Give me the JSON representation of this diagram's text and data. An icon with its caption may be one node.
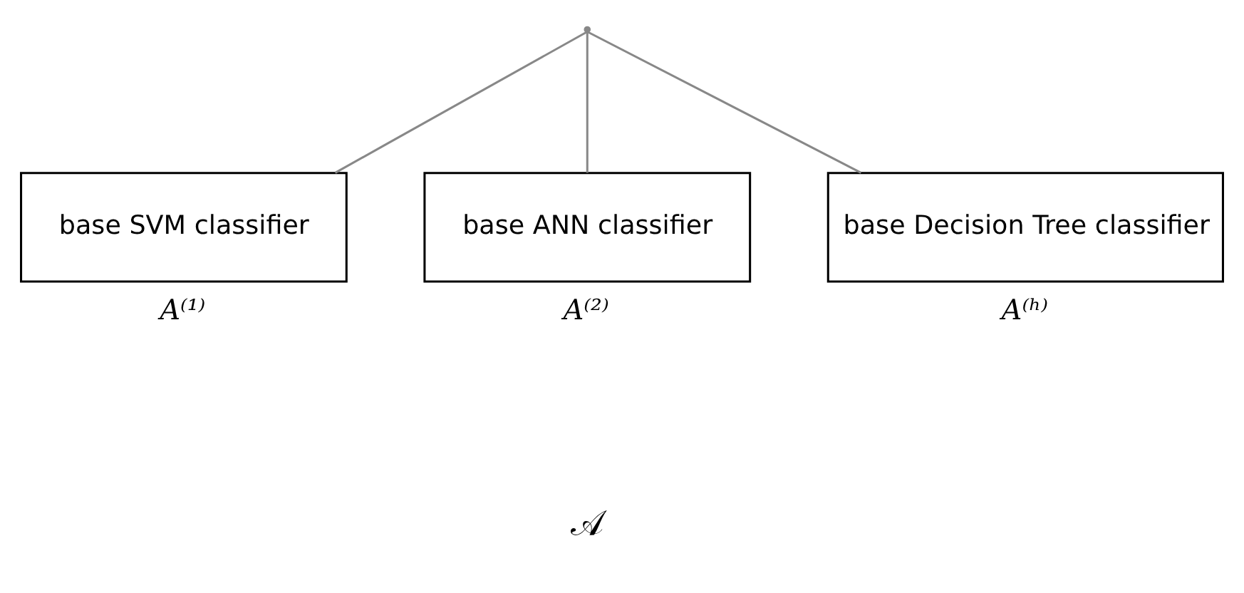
{
  "diagram": {
    "nodes": [
      {
        "text": [],
        "shape": "point"
      },
      {
        "text": [
          "base SVM classifier"
        ],
        "beside": [
          "A⁽¹⁾"
        ]
      },
      {
        "text": [
          "base ANN classifier"
        ],
        "beside": [
          "A⁽²⁾"
        ]
      },
      {
        "text": [
          "base Decision Tree classifier"
        ],
        "beside": [
          "A⁽ʰ⁾"
        ]
      }
    ],
    "edges": [
      {
        "from": 0,
        "to": 1,
        "arrow": "none"
      },
      {
        "from": 0,
        "to": 2,
        "arrow": "none"
      },
      {
        "from": 0,
        "to": 3,
        "arrow": "none"
      }
    ],
    "labels": [
      "𝒜"
    ]
  }
}
